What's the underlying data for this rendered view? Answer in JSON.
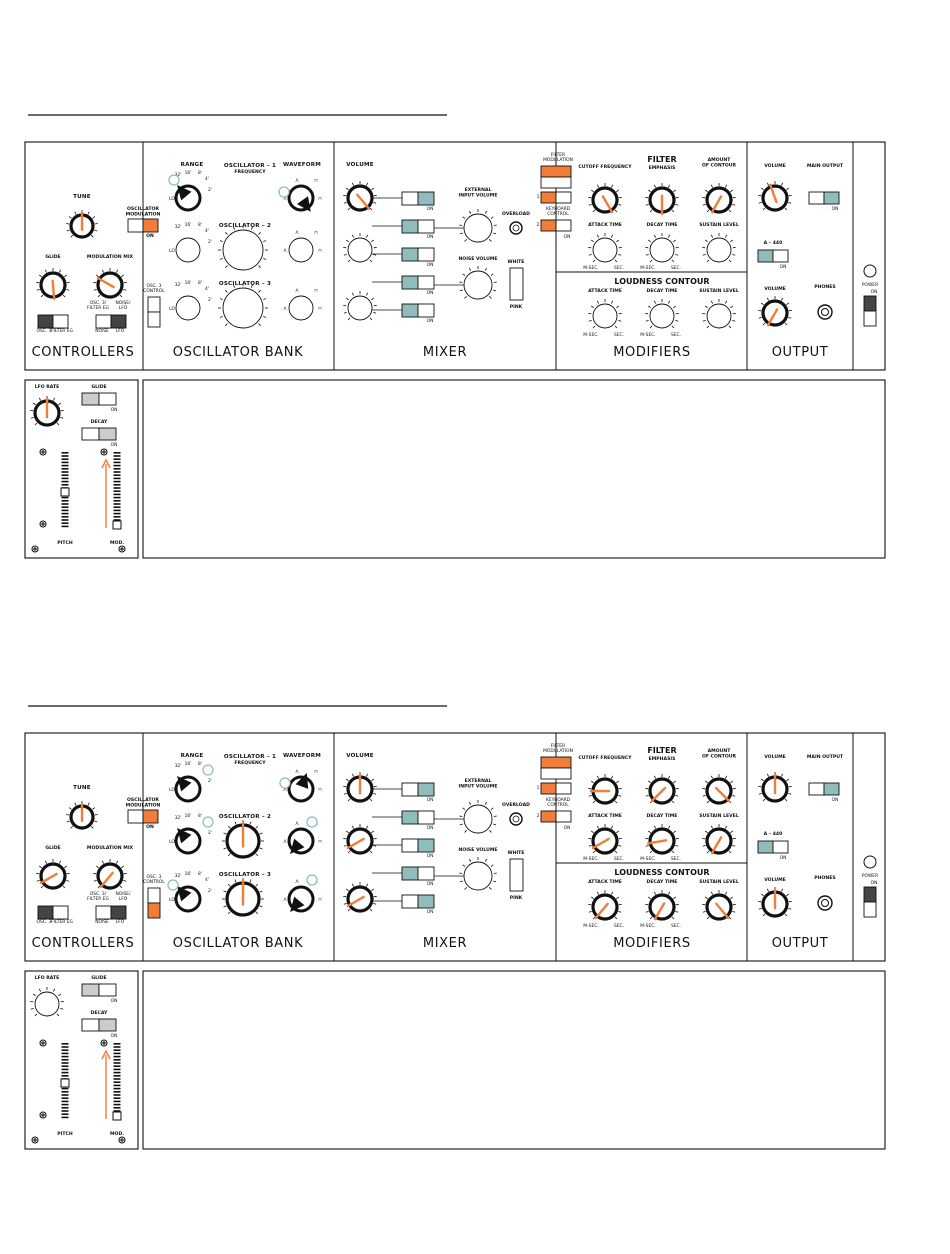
{
  "colors": {
    "accent": "#f07d3a",
    "teal": "#8fbdbd",
    "gray": "#cccccc",
    "dark": "#444444"
  },
  "sections": {
    "controllers": "CONTROLLERS",
    "oscillator_bank": "OSCILLATOR BANK",
    "mixer": "MIXER",
    "modifiers": "MODIFIERS",
    "output": "OUTPUT"
  },
  "labels": {
    "tune": "TUNE",
    "osc_mod": [
      "OSCILLATOR",
      "MODULATION"
    ],
    "glide": "GLIDE",
    "mod_mix": "MODULATION MIX",
    "osc3_filter_eg": [
      "OSC. 3/",
      "FILTER EG"
    ],
    "noise_lfo": [
      "NOISE/",
      "LFO"
    ],
    "osc3": "OSC. 3",
    "filter_eg": "FILTER EG",
    "noise": "NOISE",
    "lfo": "LFO",
    "on": "ON",
    "range": "RANGE",
    "osc1": "OSCILLATOR – 1",
    "frequency": "FREQUENCY",
    "waveform": "WAVEFORM",
    "osc2": "OSCILLATOR – 2",
    "osc3_full": "OSCILLATOR – 3",
    "osc3_control": [
      "OSC. 3",
      "CONTROL"
    ],
    "volume": "VOLUME",
    "ext_input": [
      "EXTERNAL",
      "INPUT VOLUME"
    ],
    "overload": "OVERLOAD",
    "noise_volume": "NOISE VOLUME",
    "white": "WHITE",
    "pink": "PINK",
    "filter_modulation": [
      "FILTER",
      "MODULATION"
    ],
    "keyboard_control": [
      "KEYBOARD",
      "CONTROL"
    ],
    "filter": "FILTER",
    "cutoff": "CUTOFF  FREQUENCY",
    "emphasis": "EMPHASIS",
    "amount": [
      "AMOUNT",
      "OF CONTOUR"
    ],
    "attack": "ATTACK TIME",
    "decay_time": "DECAY TIME",
    "sustain": "SUSTAIN LEVEL",
    "loudness": "LOUDNESS CONTOUR",
    "msec": "M-SEC.",
    "sec": "SEC.",
    "main_output": "MAIN OUTPUT",
    "a440": "A – 440",
    "phones": "PHONES",
    "power": "POWER",
    "lfo_rate": "LFO RATE",
    "decay": "DECAY",
    "pitch": "PITCH",
    "mod": "MOD.",
    "r32": "32'",
    "r16": "16'",
    "r8": "8'",
    "r4": "4'",
    "r2": "2'",
    "lo": "LO"
  },
  "panels": [
    {
      "id": "panel-1"
    },
    {
      "id": "panel-2"
    }
  ]
}
